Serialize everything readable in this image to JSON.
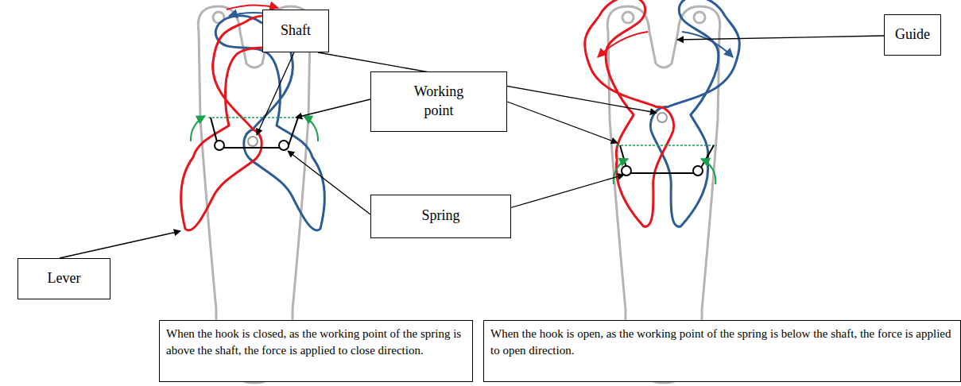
{
  "diagram": {
    "nodes": [
      {
        "text": [
          "Shaft"
        ]
      },
      {
        "text": [
          "Guide"
        ]
      },
      {
        "text": [
          "Working point"
        ]
      },
      {
        "text": [
          "Spring"
        ]
      },
      {
        "text": [
          "Lever"
        ]
      },
      {
        "text": [
          "When the hook is closed, as the working point of the spring is above the shaft, the force is applied to close direction."
        ]
      },
      {
        "text": [
          "When the hook is open, as the working point of the spring is below the shaft, the force is applied to open direction."
        ]
      }
    ]
  }
}
